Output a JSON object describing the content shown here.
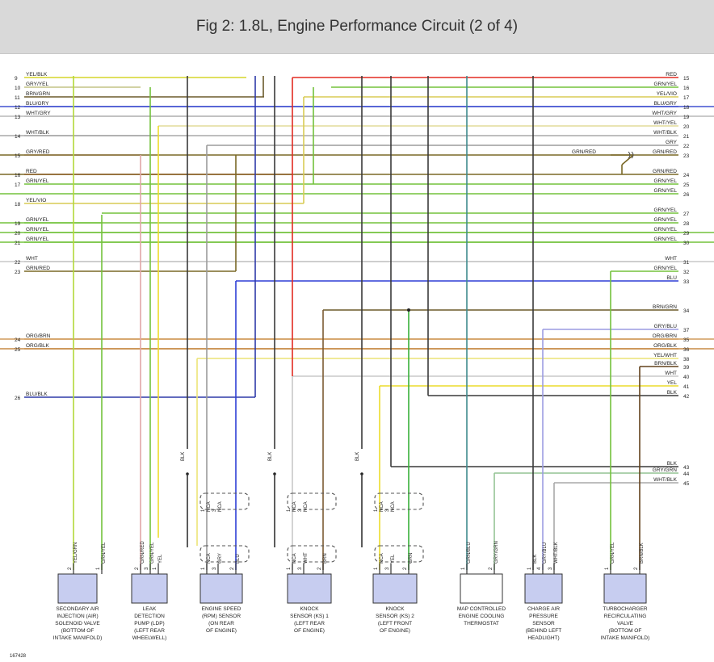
{
  "title": "Fig 2: 1.8L, Engine Performance Circuit (2 of 4)",
  "figure_number": "167428",
  "colors": {
    "RED": "#e32b22",
    "BLU": "#2e3fd6",
    "GRN": "#39b03a",
    "GRN/YEL": "#73c23c",
    "YEL": "#ecdc2b",
    "YEL/BLK": "#d6d62a",
    "YEL/GRN": "#b3d839",
    "YEL/VIO": "#d9cc55",
    "YEL/WHT": "#ece477",
    "WHT": "#c8c8c8",
    "WHT/YEL": "#e2dc9a",
    "WHT/BLK": "#a8a8a8",
    "WHT/GRY": "#b9b9b9",
    "GRY": "#9b9b9b",
    "GRY/YEL": "#c4c486",
    "GRY/RED": "#e0a6a6",
    "GRY/GRN": "#94c494",
    "GRY/BLU": "#9c9ce2",
    "GRN/RED": "#7a6826",
    "BRN/GRN": "#6b5a2a",
    "BRN/BLK": "#63421c",
    "BLK": "#3a3a3a",
    "BLU/GRY": "#4050d0",
    "BLU/BLK": "#2e3aa8",
    "ORG/BRN": "#d19b5c",
    "ORG/BLK": "#c78a45",
    "BRN": "#7c5a32",
    "GRN/BLU": "#3f8a8e",
    "NCA": "#555555"
  },
  "left_wires": [
    {
      "n": "9",
      "label": "YEL/BLK",
      "color": "YEL/BLK"
    },
    {
      "n": "10",
      "label": "GRY/YEL",
      "color": "GRY/YEL"
    },
    {
      "n": "11",
      "label": "BRN/GRN",
      "color": "BRN/GRN"
    },
    {
      "n": "12",
      "label": "BLU/GRY",
      "color": "BLU/GRY"
    },
    {
      "n": "13",
      "label": "WHT/GRY",
      "color": "WHT/GRY"
    },
    {
      "n": "14",
      "label": "WHT/BLK",
      "color": "WHT/BLK"
    },
    {
      "n": "15",
      "label": "GRY/RED",
      "color": "GRY/RED"
    },
    {
      "n": "16",
      "label": "RED",
      "color": "RED"
    },
    {
      "n": "17",
      "label": "GRN/YEL",
      "color": "GRN/YEL"
    },
    {
      "n": "18",
      "label": "YEL/VIO",
      "color": "YEL/VIO"
    },
    {
      "n": "19",
      "label": "GRN/YEL",
      "color": "GRN/YEL"
    },
    {
      "n": "20",
      "label": "GRN/YEL",
      "color": "GRN/YEL"
    },
    {
      "n": "21",
      "label": "GRN/YEL",
      "color": "GRN/YEL"
    },
    {
      "n": "22",
      "label": "WHT",
      "color": "WHT"
    },
    {
      "n": "23",
      "label": "GRN/RED",
      "color": "GRN/RED"
    },
    {
      "n": "24",
      "label": "ORG/BRN",
      "color": "ORG/BRN"
    },
    {
      "n": "25",
      "label": "ORG/BLK",
      "color": "ORG/BLK"
    },
    {
      "n": "26",
      "label": "BLU/BLK",
      "color": "BLU/BLK"
    }
  ],
  "right_wires": [
    {
      "n": "15",
      "label": "RED",
      "color": "RED"
    },
    {
      "n": "16",
      "label": "GRN/YEL",
      "color": "GRN/YEL"
    },
    {
      "n": "17",
      "label": "YEL/VIO",
      "color": "YEL/VIO"
    },
    {
      "n": "18",
      "label": "BLU/GRY",
      "color": "BLU/GRY"
    },
    {
      "n": "19",
      "label": "WHT/GRY",
      "color": "WHT/GRY"
    },
    {
      "n": "20",
      "label": "WHT/YEL",
      "color": "WHT/YEL"
    },
    {
      "n": "21",
      "label": "WHT/BLK",
      "color": "WHT/BLK"
    },
    {
      "n": "22",
      "label": "GRY",
      "color": "GRY"
    },
    {
      "n": "23",
      "label": "GRN/RED",
      "color": "GRN/RED"
    },
    {
      "n": "24",
      "label": "GRN/RED",
      "color": "GRN/RED"
    },
    {
      "n": "25",
      "label": "GRN/YEL",
      "color": "GRN/YEL"
    },
    {
      "n": "26",
      "label": "GRN/YEL",
      "color": "GRN/YEL"
    },
    {
      "n": "27",
      "label": "GRN/YEL",
      "color": "GRN/YEL"
    },
    {
      "n": "28",
      "label": "GRN/YEL",
      "color": "GRN/YEL"
    },
    {
      "n": "29",
      "label": "GRN/YEL",
      "color": "GRN/YEL"
    },
    {
      "n": "30",
      "label": "GRN/YEL",
      "color": "GRN/YEL"
    },
    {
      "n": "31",
      "label": "WHT",
      "color": "WHT"
    },
    {
      "n": "32",
      "label": "GRN/YEL",
      "color": "GRN/YEL"
    },
    {
      "n": "33",
      "label": "BLU",
      "color": "BLU"
    },
    {
      "n": "34",
      "label": "BRN/GRN",
      "color": "BRN/GRN"
    },
    {
      "n": "37",
      "label": "GRY/BLU",
      "color": "GRY/BLU"
    },
    {
      "n": "35",
      "label": "ORG/BRN",
      "color": "ORG/BRN"
    },
    {
      "n": "36",
      "label": "ORG/BLK",
      "color": "ORG/BLK"
    },
    {
      "n": "38",
      "label": "YEL/WHT",
      "color": "YEL/WHT"
    },
    {
      "n": "39",
      "label": "BRN/BLK",
      "color": "BRN/BLK"
    },
    {
      "n": "40",
      "label": "WHT",
      "color": "WHT"
    },
    {
      "n": "41",
      "label": "YEL",
      "color": "YEL"
    },
    {
      "n": "42",
      "label": "BLK",
      "color": "BLK"
    },
    {
      "n": "43",
      "label": "BLK",
      "color": "BLK"
    },
    {
      "n": "44",
      "label": "GRY/GRN",
      "color": "GRY/GRN"
    },
    {
      "n": "45",
      "label": "WHT/BLK",
      "color": "WHT/BLK"
    }
  ],
  "splice_label": "GRN/RED",
  "shield_labels": [
    "BLK",
    "BLK",
    "BLK"
  ],
  "components": [
    {
      "name": "secondary-air-injection-valve",
      "lines": [
        "SECONDARY AIR",
        "INJECTION (AIR)",
        "SOLENOID VALVE",
        "(BOTTOM OF",
        "INTAKE MANIFOLD)"
      ],
      "pins": [
        {
          "num": "2",
          "label": "YEL/GRN",
          "color": "YEL/GRN"
        },
        {
          "num": "1",
          "label": "GRN/YEL",
          "color": "GRN/YEL"
        }
      ]
    },
    {
      "name": "leak-detection-pump",
      "lines": [
        "LEAK",
        "DETECTION",
        "PUMP (LDP)",
        "(LEFT REAR",
        "WHEELWELL)"
      ],
      "pins": [
        {
          "num": "2",
          "label": "GRN/RED",
          "color": "GRY/RED"
        },
        {
          "num": "3",
          "label": "GRN/YEL",
          "color": "GRN/YEL"
        },
        {
          "num": "1",
          "label": "YEL",
          "color": "YEL"
        }
      ]
    },
    {
      "name": "engine-speed-sensor",
      "lines": [
        "ENGINE SPEED",
        "(RPM) SENSOR",
        "(ON REAR",
        "OF ENGINE)"
      ],
      "pins": [
        {
          "num": "1",
          "label": "NCA",
          "color": "NCA"
        },
        {
          "num": "3",
          "label": "GRY",
          "color": "GRY"
        },
        {
          "num": "2",
          "label": "BLU",
          "color": "BLU"
        }
      ],
      "upper_pins": [
        {
          "num": "1",
          "label": "NCA"
        },
        {
          "num": "3",
          "label": "NCA"
        }
      ]
    },
    {
      "name": "knock-sensor-1",
      "lines": [
        "KNOCK",
        "SENSOR (KS) 1",
        "(LEFT REAR",
        "OF ENGINE)"
      ],
      "pins": [
        {
          "num": "1",
          "label": "NCA",
          "color": "NCA"
        },
        {
          "num": "3",
          "label": "WHT",
          "color": "WHT"
        },
        {
          "num": "2",
          "label": "BRN",
          "color": "BRN"
        }
      ],
      "upper_pins": [
        {
          "num": "1",
          "label": "NCA"
        },
        {
          "num": "3",
          "label": "NCA"
        }
      ]
    },
    {
      "name": "knock-sensor-2",
      "lines": [
        "KNOCK",
        "SENSOR (KS) 2",
        "(LEFT FRONT",
        "OF ENGINE)"
      ],
      "pins": [
        {
          "num": "1",
          "label": "NCA",
          "color": "NCA"
        },
        {
          "num": "3",
          "label": "YEL",
          "color": "YEL"
        },
        {
          "num": "2",
          "label": "GRN",
          "color": "GRN"
        }
      ],
      "upper_pins": [
        {
          "num": "1",
          "label": "NCA"
        },
        {
          "num": "3",
          "label": "NCA"
        }
      ]
    },
    {
      "name": "map-controlled-thermostat",
      "lines": [
        "MAP CONTROLLED",
        "ENGINE COOLING",
        "THERMOSTAT"
      ],
      "pins": [
        {
          "num": "1",
          "label": "GRN/BLU",
          "color": "GRN/BLU"
        },
        {
          "num": "2",
          "label": "GRY/GRN",
          "color": "GRY/GRN"
        }
      ]
    },
    {
      "name": "charge-air-pressure-sensor",
      "lines": [
        "CHARGE AIR",
        "PRESSURE",
        "SENSOR",
        "(BEHIND LEFT",
        "HEADLIGHT)"
      ],
      "pins": [
        {
          "num": "1",
          "label": "BLK",
          "color": "BLK"
        },
        {
          "num": "4",
          "label": "GRY/BLU",
          "color": "GRY/BLU"
        },
        {
          "num": "3",
          "label": "WHT/BLK",
          "color": "WHT/BLK"
        }
      ]
    },
    {
      "name": "turbocharger-recirculating-valve",
      "lines": [
        "TURBOCHARGER",
        "RECIRCULATING",
        "VALVE",
        "(BOTTOM OF",
        "INTAKE MANIFOLD)"
      ],
      "pins": [
        {
          "num": "1",
          "label": "GRN/YEL",
          "color": "GRN/YEL"
        },
        {
          "num": "2",
          "label": "BRN/BLK",
          "color": "BRN/BLK"
        }
      ]
    }
  ]
}
